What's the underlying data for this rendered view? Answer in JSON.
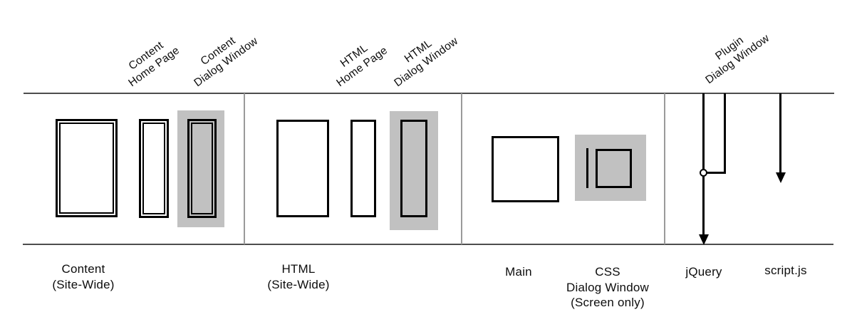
{
  "top_labels": [
    {
      "text": "Content\nHome Page"
    },
    {
      "text": "Content\nDialog Window"
    },
    {
      "text": "HTML\nHome Page"
    },
    {
      "text": "HTML\nDialog Window"
    },
    {
      "text": "Plugin\nDialog Window"
    }
  ],
  "bottom_labels": [
    {
      "text": "Content\n(Site-Wide)"
    },
    {
      "text": "HTML\n(Site-Wide)"
    },
    {
      "text": "Main"
    },
    {
      "text": "CSS\nDialog Window\n(Screen only)"
    },
    {
      "text": "jQuery"
    },
    {
      "text": "script.js"
    }
  ],
  "colors": {
    "highlight": "#c1c1c1",
    "rule": "#4d4d4d",
    "divider": "#9a9a9a",
    "ink": "#000000"
  }
}
